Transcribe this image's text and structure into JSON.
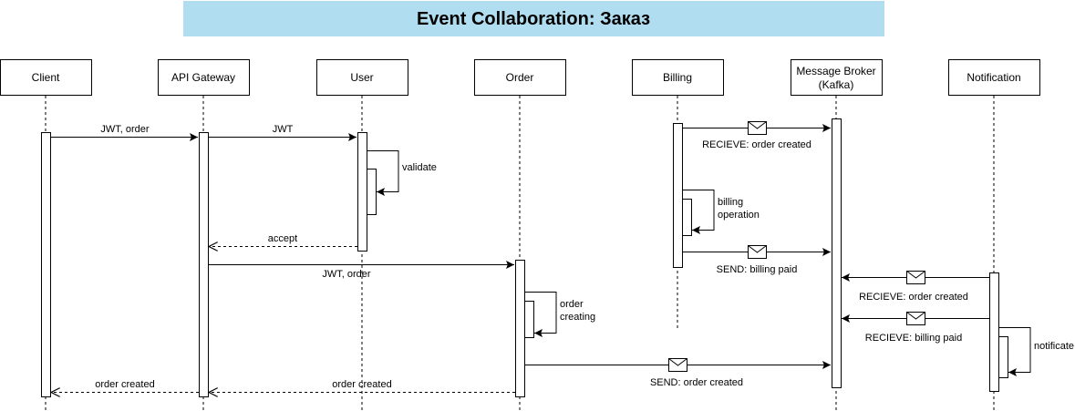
{
  "title": "Event Collaboration: Заказ",
  "colors": {
    "title_bg": "#b1ddf0",
    "line": "#000000",
    "box_fill": "#ffffff"
  },
  "participants": [
    {
      "id": "client",
      "label": [
        "Client"
      ]
    },
    {
      "id": "gateway",
      "label": [
        "API Gateway"
      ]
    },
    {
      "id": "user",
      "label": [
        "User"
      ]
    },
    {
      "id": "order",
      "label": [
        "Order"
      ]
    },
    {
      "id": "billing",
      "label": [
        "Billing"
      ]
    },
    {
      "id": "broker",
      "label": [
        "Message Broker",
        "(Kafka)"
      ]
    },
    {
      "id": "notification",
      "label": [
        "Notification"
      ]
    }
  ],
  "messages": [
    {
      "id": "m1",
      "label": "JWT, order",
      "icon": "envelope-icon-none"
    },
    {
      "id": "m2",
      "label": "JWT"
    },
    {
      "id": "m3",
      "label": "accept"
    },
    {
      "id": "m4",
      "label": "JWT, order"
    },
    {
      "id": "m5",
      "label": "order created"
    },
    {
      "id": "m6",
      "label": "order created"
    },
    {
      "id": "m7",
      "label": "SEND: order created",
      "icon": "envelope-icon"
    },
    {
      "id": "m8",
      "label": "RECIEVE: order created",
      "icon": "envelope-icon"
    },
    {
      "id": "m9",
      "label": "SEND: billing paid",
      "icon": "envelope-icon"
    },
    {
      "id": "m10",
      "label": "RECIEVE: order created",
      "icon": "envelope-icon"
    },
    {
      "id": "m11",
      "label": "RECIEVE: billing paid",
      "icon": "envelope-icon"
    }
  ],
  "self_calls": [
    {
      "id": "s1",
      "label": [
        "validate"
      ]
    },
    {
      "id": "s2",
      "label": [
        "order",
        "creating"
      ]
    },
    {
      "id": "s3",
      "label": [
        "billing",
        "operation"
      ]
    },
    {
      "id": "s4",
      "label": [
        "notificate"
      ]
    }
  ]
}
